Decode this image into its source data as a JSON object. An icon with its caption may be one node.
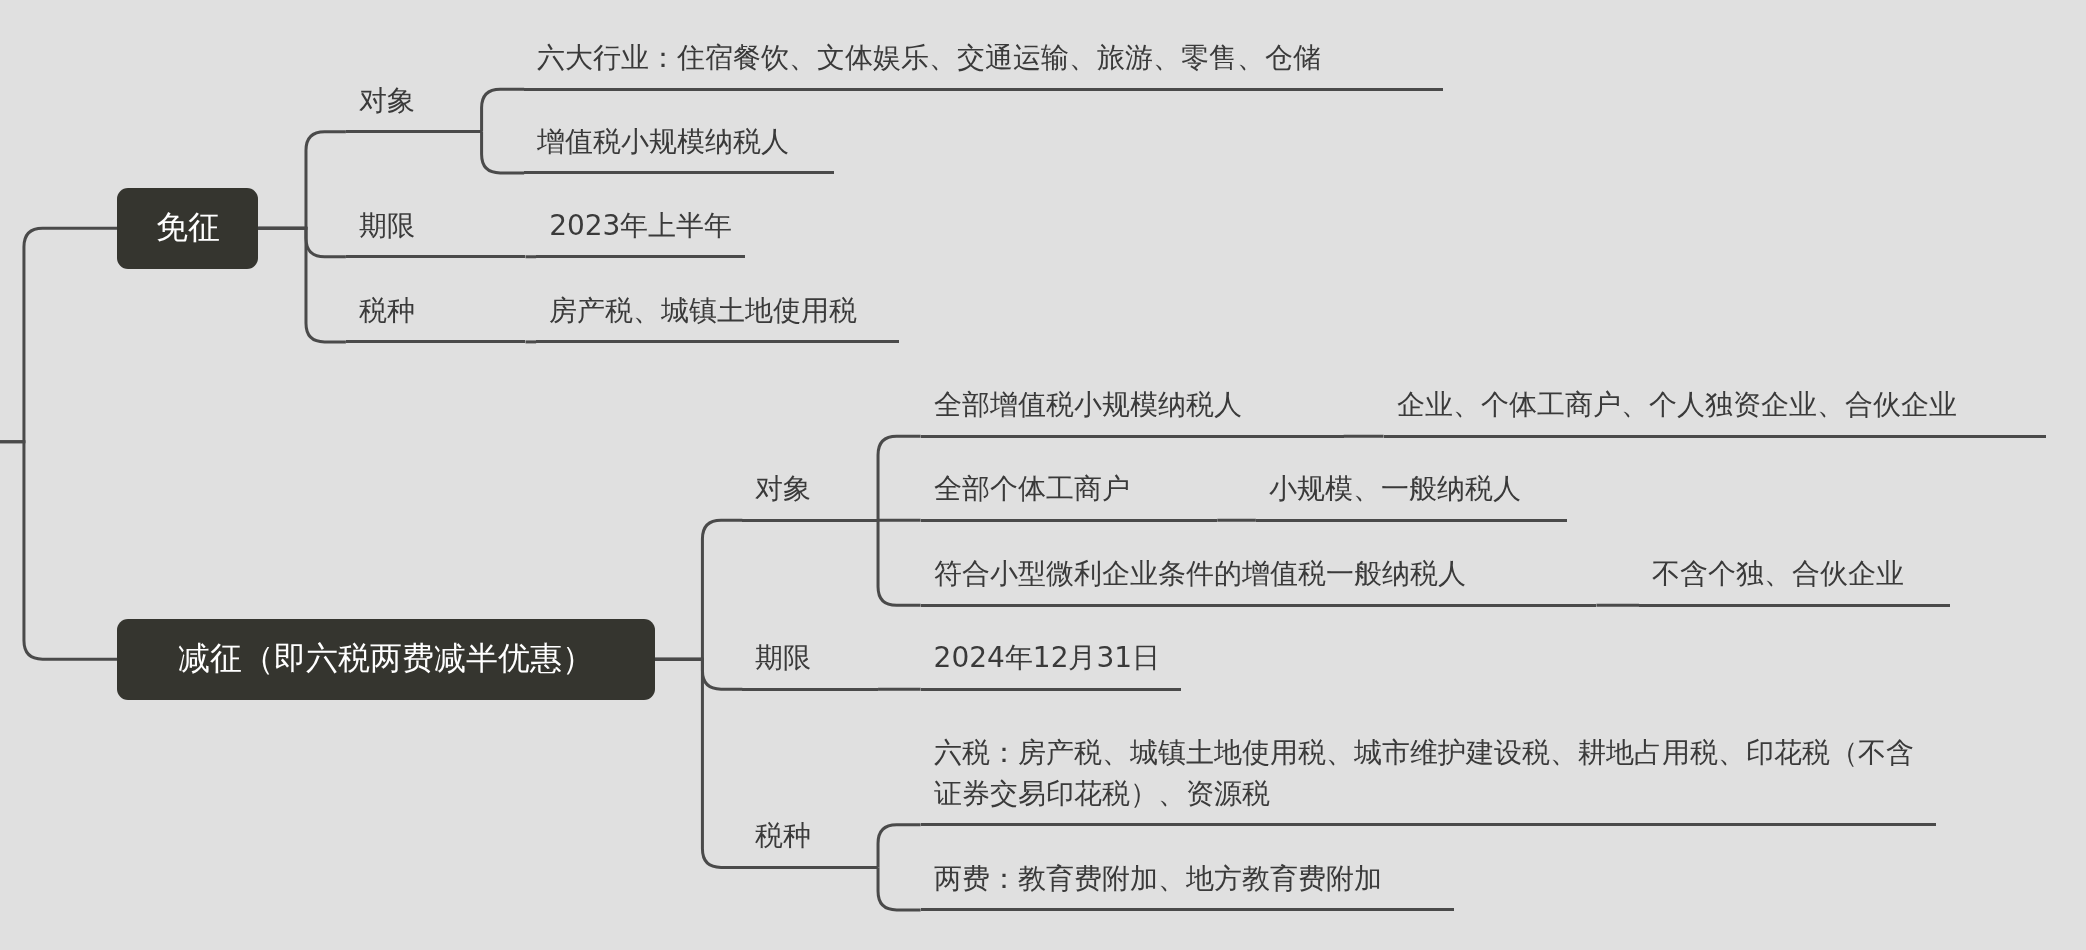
{
  "diagram": {
    "nodes": [
      {
        "text": [
          "免征"
        ]
      },
      {
        "text": [
          "对象"
        ]
      },
      {
        "text": [
          "六大行业：住宿餐饮、文体娱乐、交通运输、旅游、零售、仓储"
        ]
      },
      {
        "text": [
          "增值税小规模纳税人"
        ]
      },
      {
        "text": [
          "期限"
        ]
      },
      {
        "text": [
          "2023年上半年"
        ]
      },
      {
        "text": [
          "税种"
        ]
      },
      {
        "text": [
          "房产税、城镇土地使用税"
        ]
      },
      {
        "text": [
          "减征（即六税两费减半优惠）"
        ]
      },
      {
        "text": [
          "对象"
        ]
      },
      {
        "text": [
          "全部增值税小规模纳税人"
        ]
      },
      {
        "text": [
          "企业、个体工商户、个人独资企业、合伙企业"
        ]
      },
      {
        "text": [
          "全部个体工商户"
        ]
      },
      {
        "text": [
          "小规模、一般纳税人"
        ]
      },
      {
        "text": [
          "符合小型微利企业条件的增值税一般纳税人"
        ]
      },
      {
        "text": [
          "不含个独、合伙企业"
        ]
      },
      {
        "text": [
          "期限"
        ]
      },
      {
        "text": [
          "2024年12月31日"
        ]
      },
      {
        "text": [
          "税种"
        ]
      },
      {
        "text": [
          "六税：房产税、城镇土地使用税、城市维护建设税、耕地占用税、印花税（不含证券交易印花税）、资源税"
        ]
      },
      {
        "text": [
          "两费：教育费附加、地方教育费附加"
        ]
      }
    ],
    "edges": [
      {
        "from": null,
        "to": 0,
        "arrow": "none"
      },
      {
        "from": null,
        "to": 8,
        "arrow": "none"
      },
      {
        "from": 0,
        "to": 1,
        "arrow": "none"
      },
      {
        "from": 0,
        "to": 4,
        "arrow": "none"
      },
      {
        "from": 0,
        "to": 6,
        "arrow": "none"
      },
      {
        "from": 1,
        "to": 2,
        "arrow": "none"
      },
      {
        "from": 1,
        "to": 3,
        "arrow": "none"
      },
      {
        "from": 4,
        "to": 5,
        "arrow": "none"
      },
      {
        "from": 6,
        "to": 7,
        "arrow": "none"
      },
      {
        "from": 8,
        "to": 9,
        "arrow": "none"
      },
      {
        "from": 8,
        "to": 16,
        "arrow": "none"
      },
      {
        "from": 8,
        "to": 18,
        "arrow": "none"
      },
      {
        "from": 9,
        "to": 10,
        "arrow": "none"
      },
      {
        "from": 9,
        "to": 12,
        "arrow": "none"
      },
      {
        "from": 9,
        "to": 14,
        "arrow": "none"
      },
      {
        "from": 10,
        "to": 11,
        "arrow": "none"
      },
      {
        "from": 12,
        "to": 13,
        "arrow": "none"
      },
      {
        "from": 14,
        "to": 15,
        "arrow": "none"
      },
      {
        "from": 16,
        "to": 17,
        "arrow": "none"
      },
      {
        "from": 18,
        "to": 19,
        "arrow": "none"
      },
      {
        "from": 18,
        "to": 20,
        "arrow": "none"
      }
    ]
  }
}
